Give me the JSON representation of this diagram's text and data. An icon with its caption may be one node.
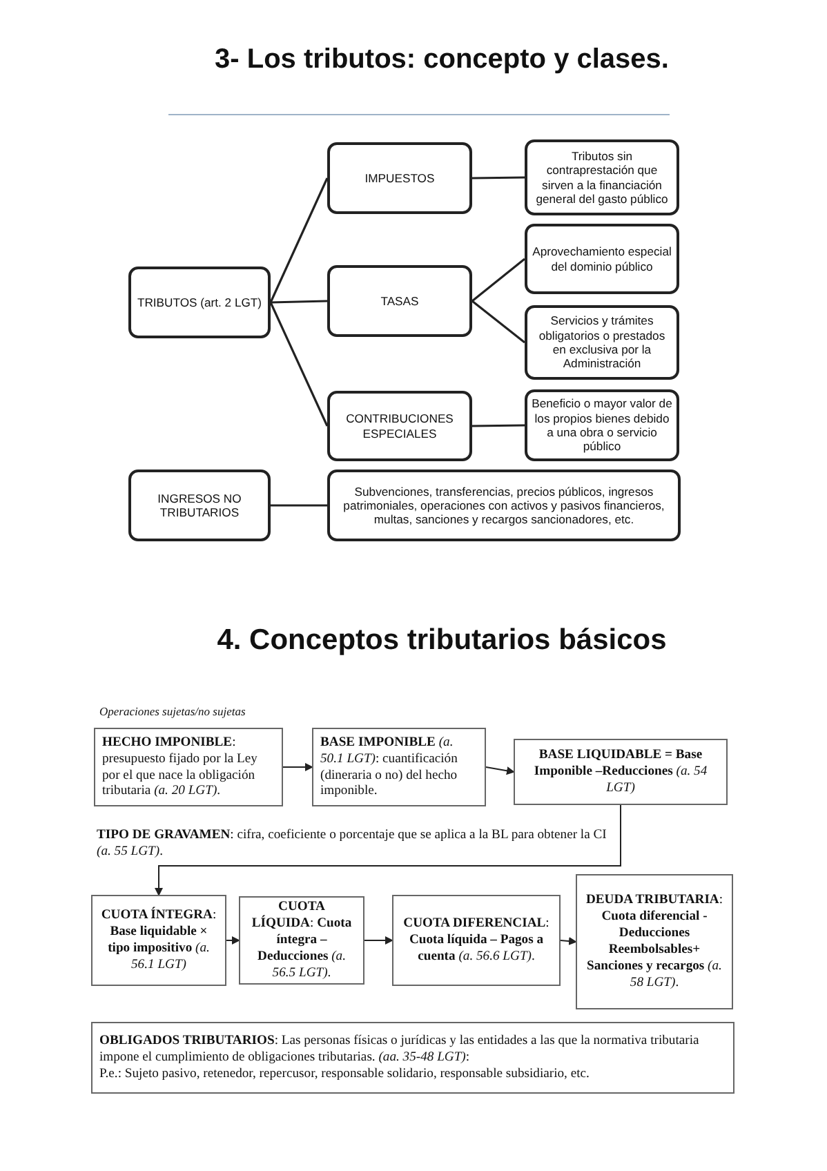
{
  "diagram": {
    "title": "3- Los tributos: concepto y clases.",
    "nodes": [
      {
        "text": [
          "TRIBUTOS (art. 2 LGT)"
        ]
      },
      {
        "text": [
          "IMPUESTOS"
        ]
      },
      {
        "text": [
          "Tributos sin contraprestación que sirven a la financiación general del gasto público"
        ]
      },
      {
        "text": [
          "TASAS"
        ]
      },
      {
        "text": [
          "Aprovechamiento especial del dominio público"
        ]
      },
      {
        "text": [
          "Servicios y trámites obligatorios o prestados en exclusiva por la Administración"
        ]
      },
      {
        "text": [
          "CONTRIBUCIONES ESPECIALES"
        ]
      },
      {
        "text": [
          "Beneficio o mayor valor de los propios bienes debido a una obra o servicio público"
        ]
      },
      {
        "text": [
          "INGRESOS NO TRIBUTARIOS"
        ]
      },
      {
        "text": [
          "Subvenciones, transferencias, precios públicos, ingresos patrimoniales, operaciones con activos y pasivos financieros, multas, sanciones y recargos sancionadores, etc."
        ]
      },
      {
        "text": [
          "**HECHO IMPONIBLE**: presupuesto fijado por la Ley por el que nace la obligación tributaria *(a. 20 LGT)*."
        ]
      },
      {
        "text": [
          "**BASE IMPONIBLE** *(a. 50.1 LGT)*: cuantificación (dineraria o no) del hecho imponible."
        ]
      },
      {
        "text": [
          "**BASE LIQUIDABLE = Base Imponible –Reducciones** *(a. 54 LGT)*"
        ]
      },
      {
        "text": [
          "**CUOTA ÍNTEGRA**: **Base liquidable × tipo impositivo** *(a. 56.1 LGT)*"
        ]
      },
      {
        "text": [
          "**CUOTA LÍQUIDA**: **Cuota íntegra – Deducciones** *(a. 56.5 LGT)*."
        ]
      },
      {
        "text": [
          "**CUOTA DIFERENCIAL**: **Cuota líquida – Pagos a cuenta** *(a. 56.6 LGT)*."
        ]
      },
      {
        "text": [
          "**DEUDA TRIBUTARIA**: **Cuota diferencial - Deducciones Reembolsables+ Sanciones y recargos** *(a. 58 LGT)*."
        ]
      },
      {
        "text": [
          "**OBLIGADOS TRIBUTARIOS**: Las personas físicas o jurídicas y las entidades a las que la normativa tributaria impone el cumplimiento de obligaciones tributarias. *(aa. 35-48 LGT)*:",
          "P.e.: Sujeto pasivo, retenedor, repercusor, responsable solidario, responsable subsidiario, etc."
        ]
      }
    ],
    "edges": [
      {
        "from": 0,
        "to": 1,
        "arrow": "none"
      },
      {
        "from": 0,
        "to": 3,
        "arrow": "none"
      },
      {
        "from": 0,
        "to": 6,
        "arrow": "none"
      },
      {
        "from": 1,
        "to": 2,
        "arrow": "none"
      },
      {
        "from": 3,
        "to": 4,
        "arrow": "none"
      },
      {
        "from": 3,
        "to": 5,
        "arrow": "none"
      },
      {
        "from": 6,
        "to": 7,
        "arrow": "none"
      },
      {
        "from": 8,
        "to": 9,
        "arrow": "none"
      },
      {
        "from": 10,
        "to": 11,
        "arrow": "to"
      },
      {
        "from": 11,
        "to": 12,
        "arrow": "to"
      },
      {
        "from": 12,
        "to": 13,
        "arrow": "to",
        "label": "**TIPO DE GRAVAMEN**: cifra, coeficiente o porcentaje que se aplica a la BL para obtener la CI *(a. 55 LGT)*."
      },
      {
        "from": 13,
        "to": 14,
        "arrow": "to"
      },
      {
        "from": 14,
        "to": 15,
        "arrow": "to"
      },
      {
        "from": 15,
        "to": 16,
        "arrow": "to"
      }
    ],
    "labels": [
      "4. Conceptos tributarios básicos",
      "Operaciones sujetas/no sujetas"
    ]
  }
}
